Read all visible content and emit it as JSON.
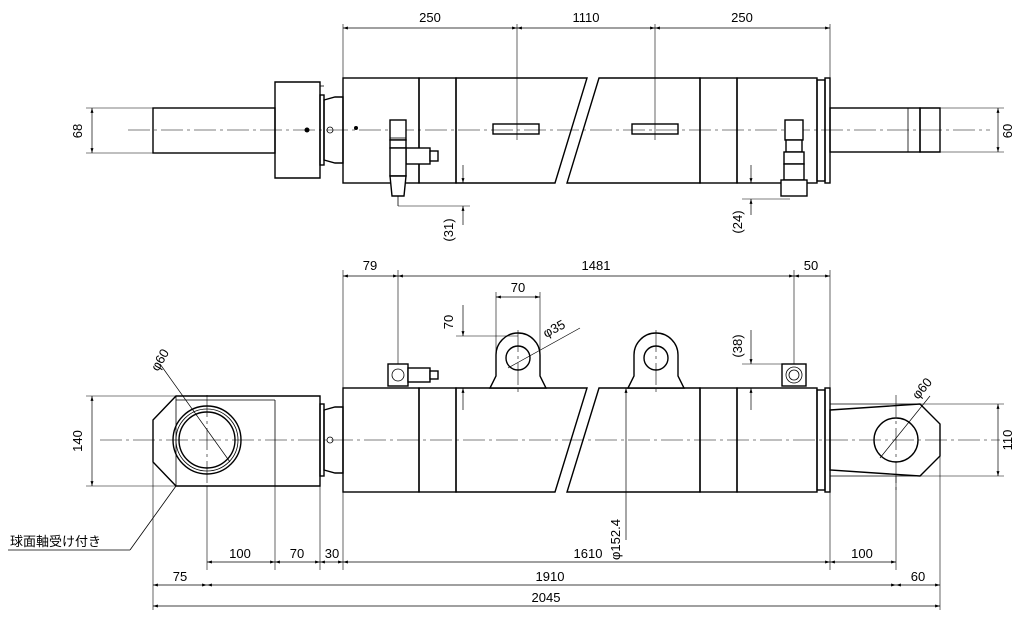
{
  "top_view": {
    "dims": {
      "d250_left": "250",
      "d1110": "1110",
      "d250_right": "250",
      "d68": "68",
      "d60": "60",
      "d31": "(31)",
      "d24": "(24)"
    }
  },
  "bottom_view": {
    "dims": {
      "d79": "79",
      "d1481": "1481",
      "d50": "50",
      "d70_top": "70",
      "d70_left": "70",
      "phi35": "φ35",
      "d38": "(38)",
      "phi60_left": "φ60",
      "phi60_right": "φ60",
      "d140": "140",
      "d110": "110",
      "phi152": "φ152.4",
      "d100_left": "100",
      "d70_bottom": "70",
      "d30": "30",
      "d1610": "1610",
      "d100_right": "100",
      "d75": "75",
      "d1910": "1910",
      "d60_bottom": "60",
      "d2045": "2045"
    },
    "note": "球面軸受け付き"
  }
}
